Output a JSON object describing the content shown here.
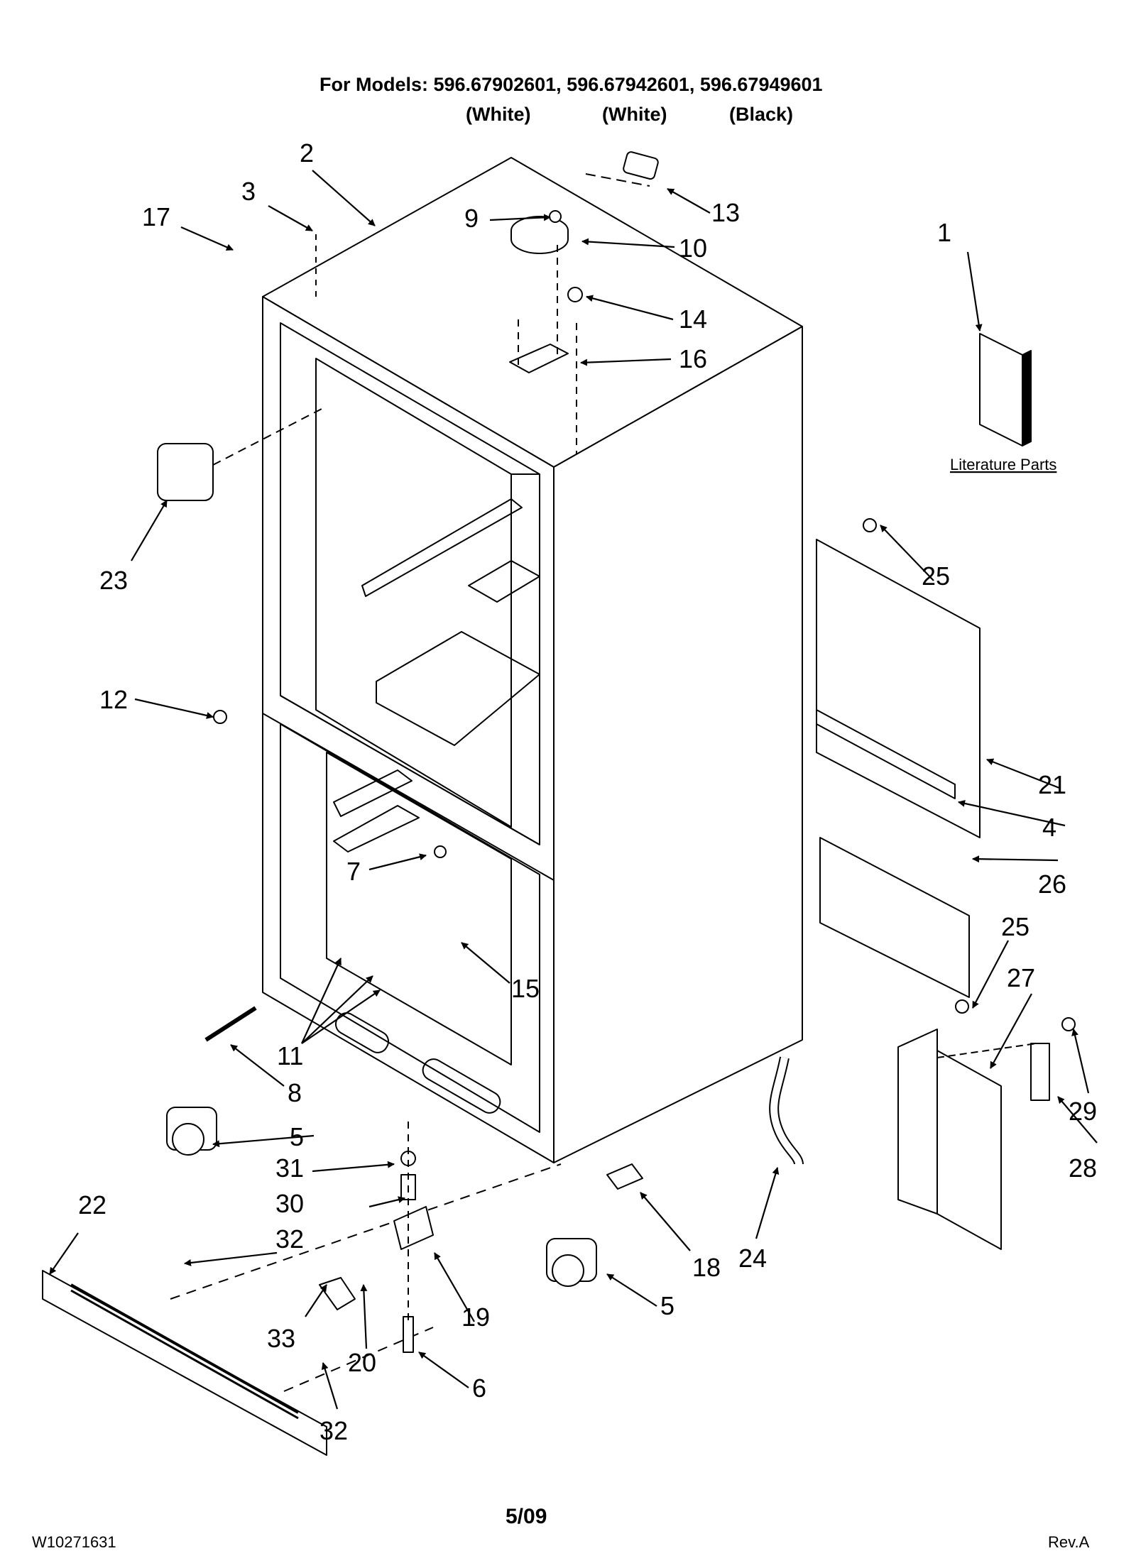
{
  "header": {
    "models_line": "For Models: 596.67902601, 596.67942601, 596.67949601",
    "colors": [
      "(White)",
      "(White)",
      "(Black)"
    ]
  },
  "literature_label": "Literature Parts",
  "callouts": [
    "1",
    "2",
    "3",
    "4",
    "5",
    "5",
    "6",
    "7",
    "8",
    "9",
    "10",
    "11",
    "12",
    "13",
    "14",
    "15",
    "16",
    "17",
    "18",
    "19",
    "20",
    "21",
    "22",
    "23",
    "24",
    "25",
    "25",
    "26",
    "27",
    "28",
    "29",
    "30",
    "31",
    "32",
    "32",
    "33"
  ],
  "footer": {
    "doc_number": "W10271631",
    "date": "5/09",
    "revision": "Rev.A"
  }
}
